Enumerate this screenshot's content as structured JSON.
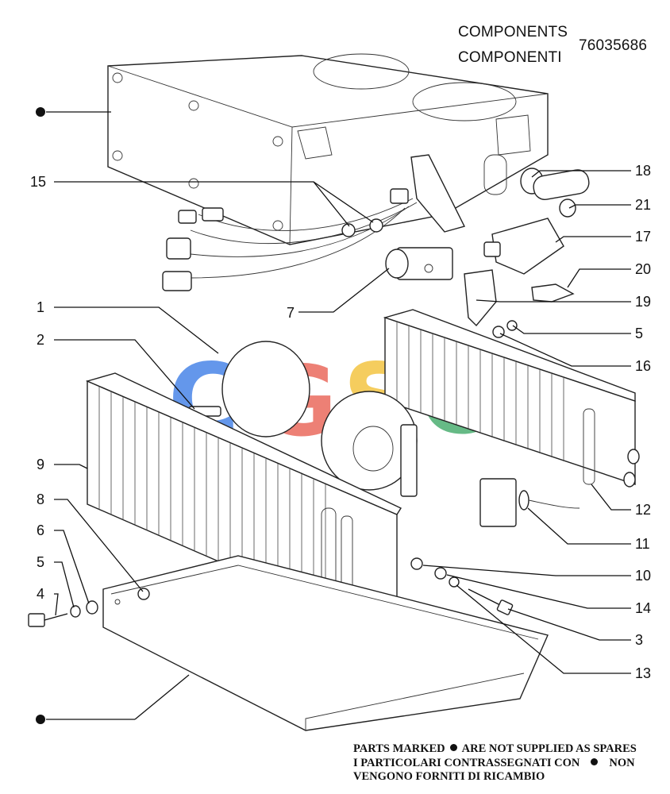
{
  "header": {
    "line1": "COMPONENTS",
    "line2": "COMPONENTI",
    "code": "76035686"
  },
  "callouts": [
    "1",
    "2",
    "3",
    "4",
    "5",
    "5",
    "6",
    "7",
    "8",
    "9",
    "10",
    "11",
    "12",
    "13",
    "14",
    "15",
    "16",
    "17",
    "18",
    "19",
    "20",
    "21"
  ],
  "watermark": {
    "letters": [
      "C",
      "G",
      "S",
      "C"
    ],
    "colors": [
      "#4a86e8",
      "#ea6a5e",
      "#f4c542",
      "#4caf72"
    ]
  },
  "footer": {
    "line1_pre": "PARTS MARKED",
    "line1_post": "ARE NOT SUPPLIED AS SPARES",
    "line2_pre": "I PARTICOLARI CONTRASSEGNATI CON",
    "line2_post": "NON",
    "line3": "VENGONO FORNITI DI RICAMBIO"
  },
  "colors": {
    "ink": "#111111",
    "paper": "#ffffff"
  }
}
